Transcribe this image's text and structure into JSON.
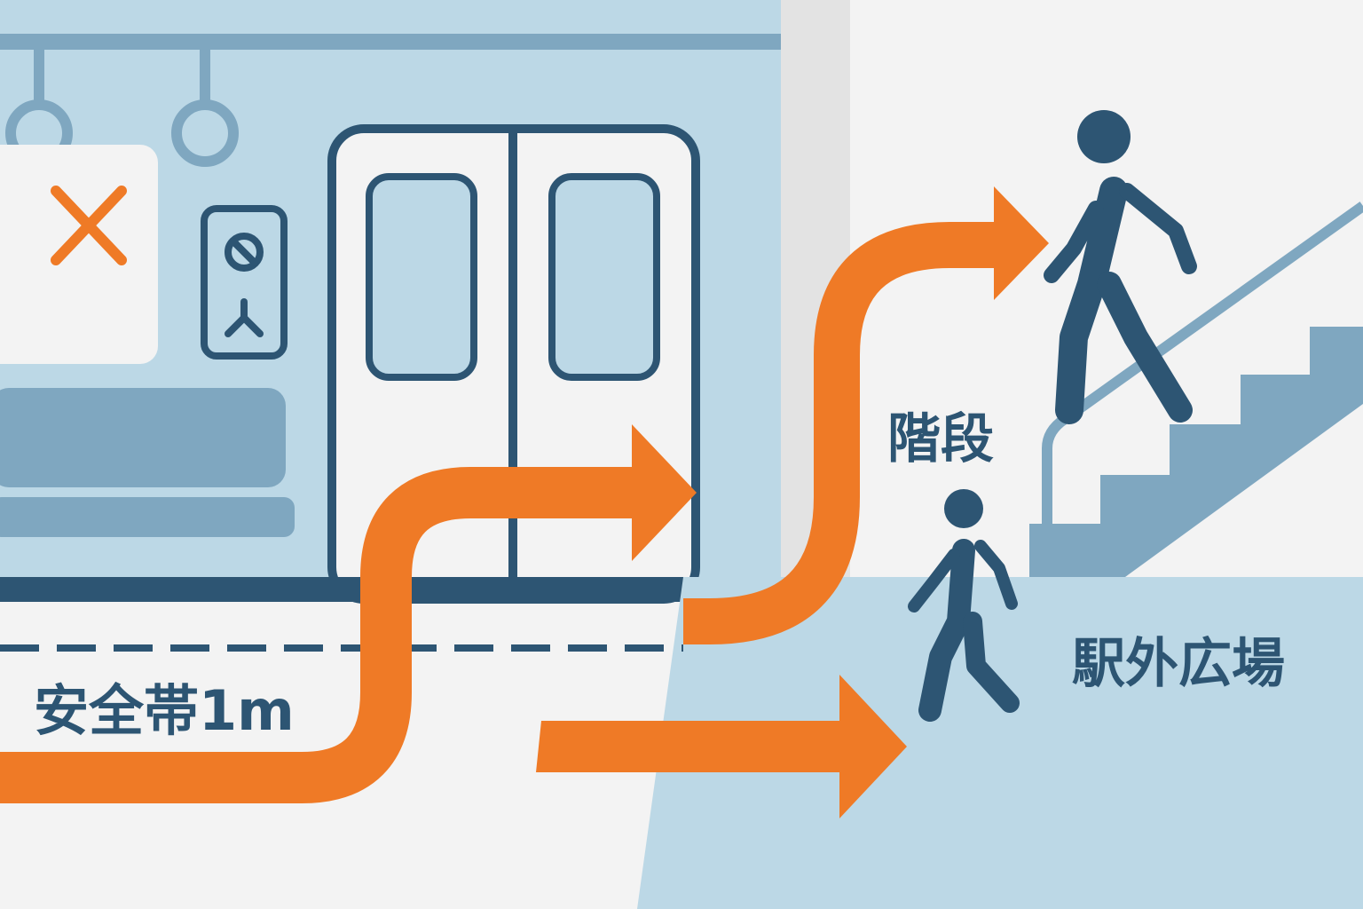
{
  "labels": {
    "safety_zone": "安全帯1m",
    "stairs": "階段",
    "station_plaza": "駅外広場"
  },
  "colors": {
    "navy": "#2d5573",
    "orange": "#ef7a26",
    "light_blue": "#bcd8e6",
    "mid_blue": "#7fa7c0",
    "background": "#f3f3f3"
  },
  "icons": [
    "hand-strap-icon",
    "prohibited-x-icon",
    "no-entry-sign-icon",
    "arrow-icon",
    "pedestrian-icon",
    "stairs-icon"
  ]
}
